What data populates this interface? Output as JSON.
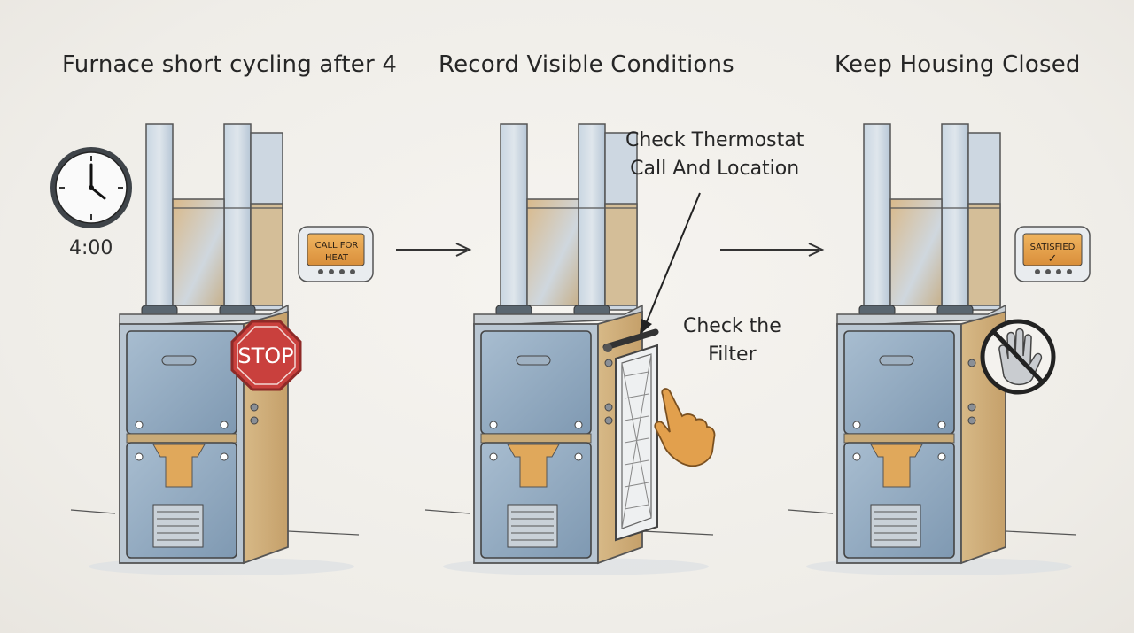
{
  "panels": [
    {
      "title": "Furnace short cycling after 4",
      "clock_time": "4:00",
      "thermostat_display": [
        "CALL FOR",
        "HEAT"
      ],
      "sign_text": "STOP"
    },
    {
      "title": "Record Visible Conditions",
      "notes": {
        "thermostat_note": [
          "Check Thermostat",
          "Call And Location"
        ],
        "filter_note": [
          "Check the",
          "Filter"
        ]
      }
    },
    {
      "title": "Keep Housing Closed",
      "thermostat_display": [
        "SATISFIED",
        "✓"
      ]
    }
  ],
  "colors": {
    "cabinet_blue": "#8fa8bf",
    "duct_rust": "#d8a868",
    "stop_red": "#c9403d",
    "thermostat_screen": "#e6a24a",
    "hand_orange": "#e2a04d"
  },
  "icons": [
    "clock-icon",
    "stop-sign-icon",
    "thermostat-icon",
    "arrow-right-icon",
    "filter-icon",
    "pointing-hand-icon",
    "no-touch-hand-icon"
  ]
}
